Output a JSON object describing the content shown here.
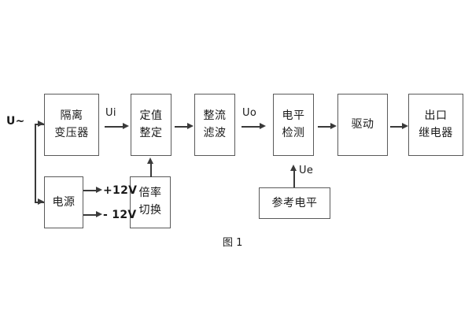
{
  "figure": {
    "caption": "图 1",
    "title_signal_input": "U~"
  },
  "blocks": {
    "isolation_transformer": {
      "line1": "隔离",
      "line2": "变压器"
    },
    "setting_value": {
      "line1": "定值",
      "line2": "整定"
    },
    "rectify_filter": {
      "line1": "整流",
      "line2": "滤波"
    },
    "level_detect": {
      "line1": "电平",
      "line2": "检测"
    },
    "driver": {
      "line1": "驱动"
    },
    "output_relay": {
      "line1": "出口",
      "line2": "继电器"
    },
    "power_supply": {
      "line1": "电源"
    },
    "multiplier_switch": {
      "line1": "倍率",
      "line2": "切换"
    },
    "reference_level": {
      "line1": "参考电平"
    }
  },
  "signals": {
    "input_ac": "U~",
    "ui": "Ui",
    "uo": "Uo",
    "ue": "Ue",
    "plus_12v": "+12V",
    "minus_12v": "- 12V"
  },
  "colors": {
    "box_border": "#5a5a5a",
    "wire": "#3a3a3a",
    "text": "#1a1a1a",
    "background": "#ffffff"
  }
}
